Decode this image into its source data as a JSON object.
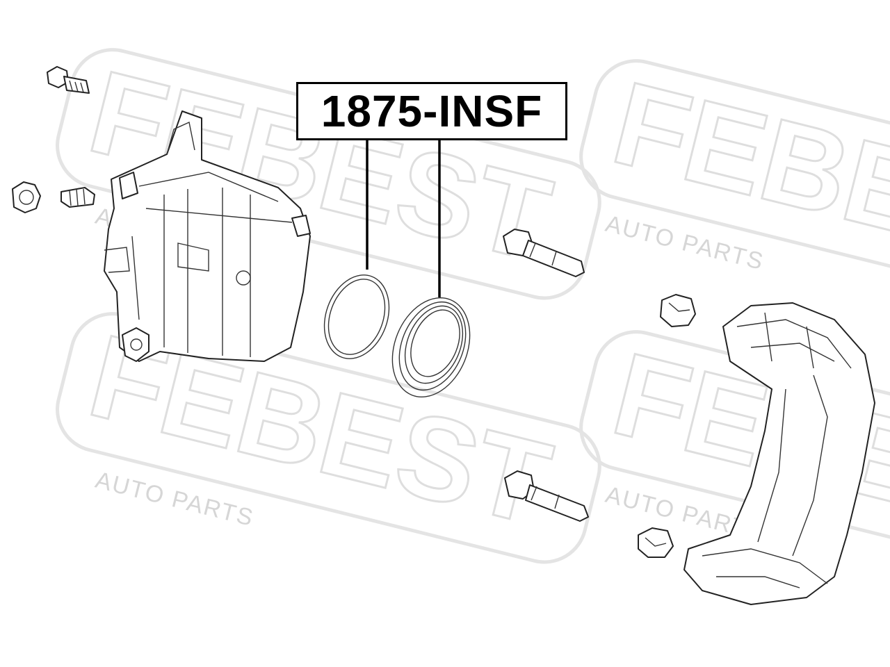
{
  "part_number": "1875-INSF",
  "watermark": {
    "brand": "FEBEST",
    "tagline": "AUTO PARTS"
  },
  "colors": {
    "background": "#ffffff",
    "line": "#000000",
    "watermark": "#dedede"
  }
}
